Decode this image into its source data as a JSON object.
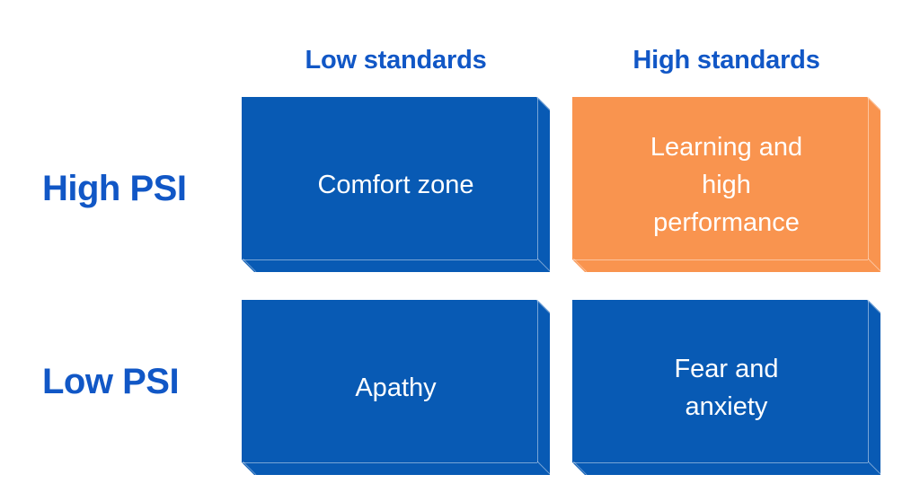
{
  "colors": {
    "background": "#ffffff",
    "heading_blue": "#1157C6",
    "box_blue": "#085AB4",
    "box_orange": "#F9944F",
    "cell_text": "#FFFFFF"
  },
  "matrix": {
    "column_headers": [
      {
        "label": "Low standards"
      },
      {
        "label": "High standards"
      }
    ],
    "row_labels": [
      {
        "label": "High PSI"
      },
      {
        "label": "Low PSI"
      }
    ],
    "cells": [
      {
        "row": "High PSI",
        "column": "Low standards",
        "label": "Comfort zone",
        "fill": "#085AB4"
      },
      {
        "row": "High PSI",
        "column": "High standards",
        "label": "Learning and\nhigh\nperformance",
        "fill": "#F9944F"
      },
      {
        "row": "Low PSI",
        "column": "Low standards",
        "label": "Apathy",
        "fill": "#085AB4"
      },
      {
        "row": "Low PSI",
        "column": "High standards",
        "label": "Fear and\nanxiety",
        "fill": "#085AB4"
      }
    ]
  }
}
